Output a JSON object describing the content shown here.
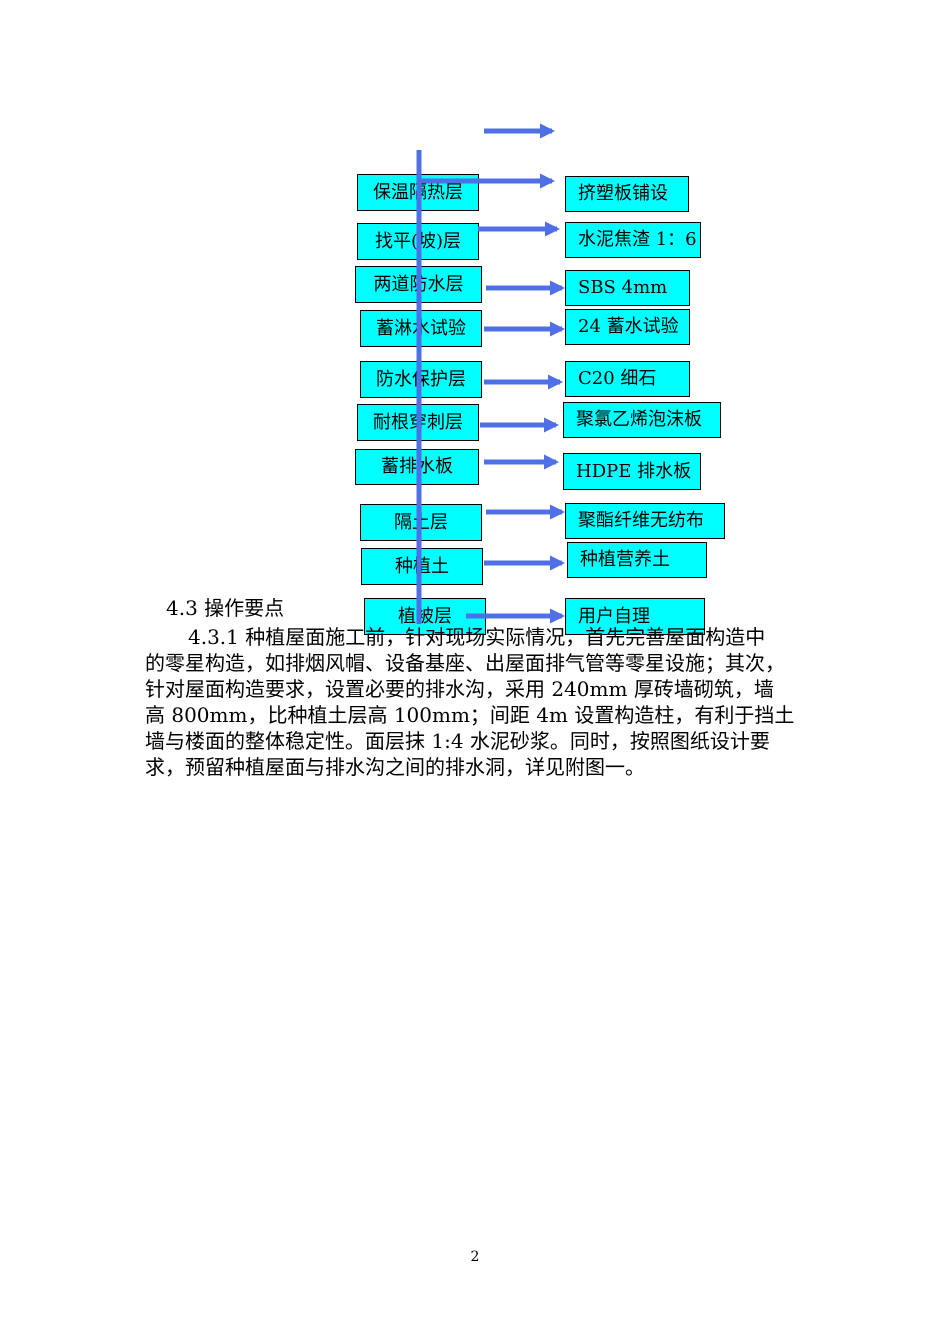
{
  "diagram": {
    "layers": [
      {
        "left": "保温隔热层",
        "right": "挤塑板铺设"
      },
      {
        "left": "找平(坡)层",
        "right": "水泥焦渣 1：6"
      },
      {
        "left": "两道防水层",
        "right": "SBS      4mm"
      },
      {
        "left": "蓄淋水试验",
        "right": "24 蓄水试验"
      },
      {
        "left": "防水保护层",
        "right": "C20 细石"
      },
      {
        "left": "耐根穿刺层",
        "right": "聚氯乙烯泡沫板"
      },
      {
        "left": "蓄排水板",
        "right": "HDPE 排水板"
      },
      {
        "left": "隔土层",
        "right": "聚酯纤维无纺布"
      },
      {
        "left": "种植土",
        "right": "种植营养土"
      },
      {
        "left": "植被层",
        "right": "用户自理"
      }
    ],
    "colors": {
      "box_fill": "#00ffff",
      "arrow": "#4f6fe6"
    }
  },
  "section": {
    "heading": "4.3 操作要点",
    "paragraph_lines": [
      "4.3.1 种植屋面施工前，针对现场实际情况，首先完善屋面构造中",
      "的零星构造，如排烟风帽、设备基座、出屋面排气管等零星设施；其次，",
      "针对屋面构造要求，设置必要的排水沟，采用 240mm 厚砖墙砌筑，墙",
      "高 800mm，比种植土层高 100mm；间距 4m 设置构造柱，有利于挡土",
      "墙与楼面的整体稳定性。面层抹 1:4 水泥砂浆。同时，按照图纸设计要",
      "求，预留种植屋面与排水沟之间的排水洞，详见附图一。"
    ]
  },
  "footer": {
    "page_number": "2"
  }
}
